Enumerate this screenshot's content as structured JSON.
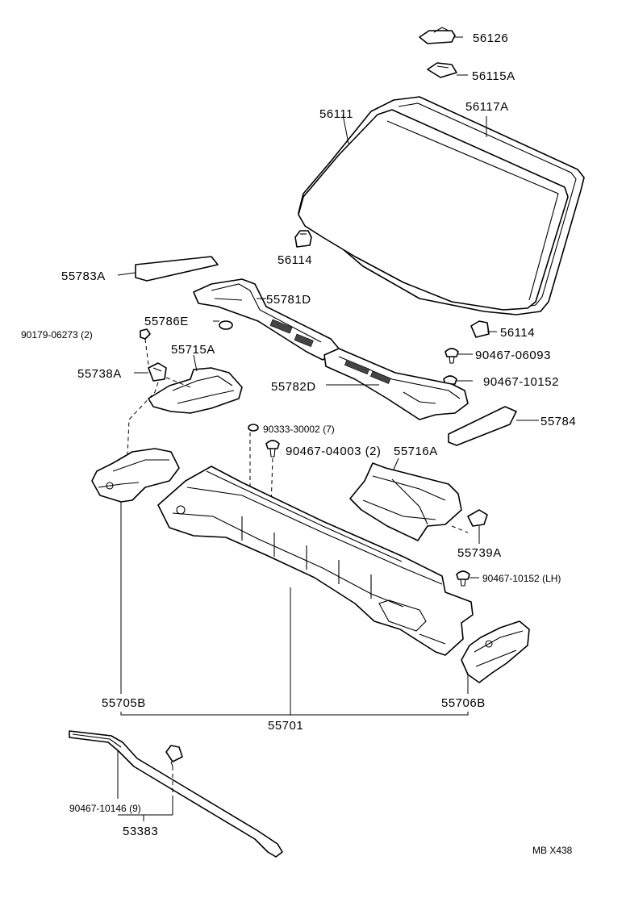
{
  "diagram": {
    "parts": [
      {
        "id": "p01",
        "label": "56126"
      },
      {
        "id": "p02",
        "label": "56115A"
      },
      {
        "id": "p03",
        "label": "56111"
      },
      {
        "id": "p04",
        "label": "56117A"
      },
      {
        "id": "p05",
        "label": "56114"
      },
      {
        "id": "p06",
        "label": "55783A"
      },
      {
        "id": "p07",
        "label": "55781D"
      },
      {
        "id": "p08",
        "label": "55786E"
      },
      {
        "id": "p09",
        "label": "90179-06273 (2)"
      },
      {
        "id": "p10",
        "label": "55715A"
      },
      {
        "id": "p11",
        "label": "56114"
      },
      {
        "id": "p12",
        "label": "90467-06093"
      },
      {
        "id": "p13",
        "label": "55738A"
      },
      {
        "id": "p14",
        "label": "90467-10152"
      },
      {
        "id": "p15",
        "label": "55782D"
      },
      {
        "id": "p16",
        "label": "55784"
      },
      {
        "id": "p17",
        "label": "90333-30002 (7)"
      },
      {
        "id": "p18",
        "label": "90467-04003 (2)"
      },
      {
        "id": "p19",
        "label": "55716A"
      },
      {
        "id": "p20",
        "label": "55739A"
      },
      {
        "id": "p21",
        "label": "90467-10152 (LH)"
      },
      {
        "id": "p22",
        "label": "55705B"
      },
      {
        "id": "p23",
        "label": "55706B"
      },
      {
        "id": "p24",
        "label": "55701"
      },
      {
        "id": "p25",
        "label": "90467-10146 (9)"
      },
      {
        "id": "p26",
        "label": "53383"
      }
    ],
    "code": "MB X438"
  }
}
